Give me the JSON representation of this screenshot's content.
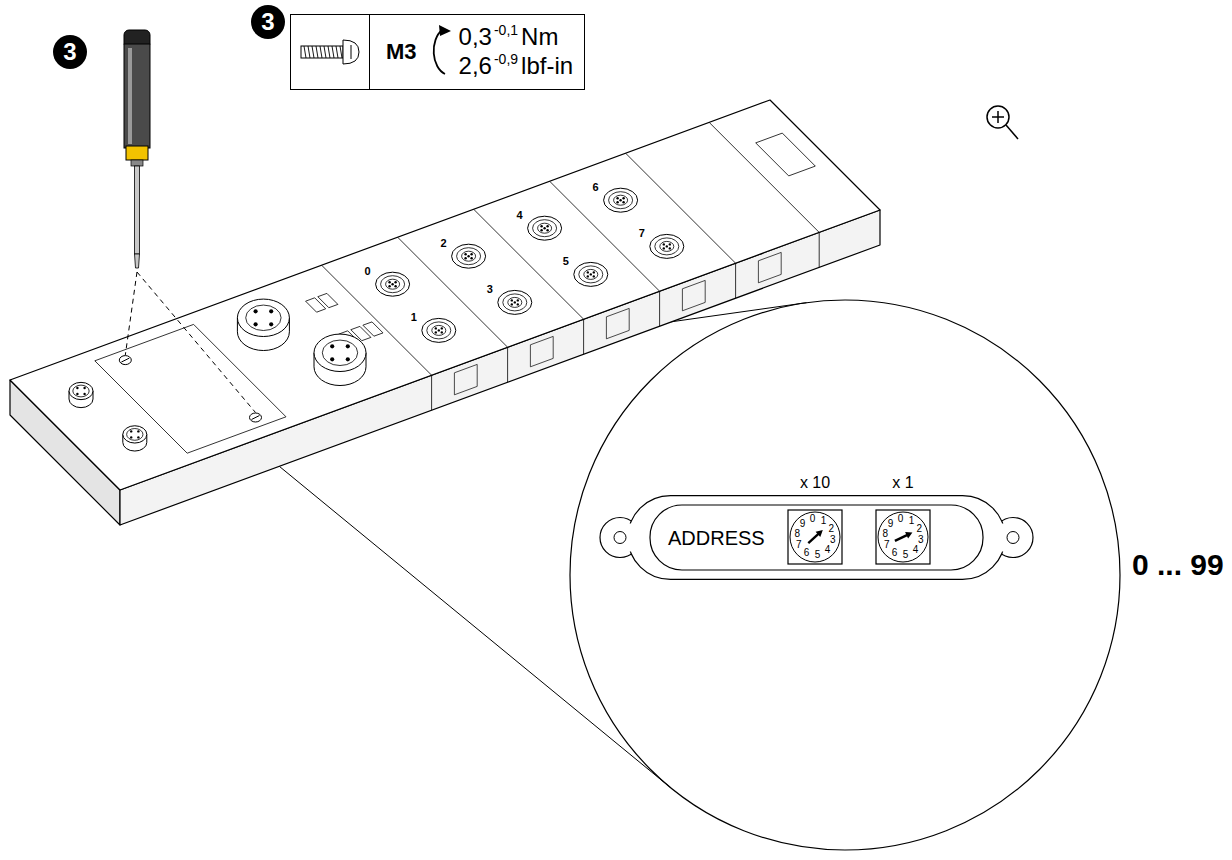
{
  "diagram": {
    "nodes": [
      {
        "text": [
          "M3",
          "0,3",
          "-0,1",
          "Nm",
          "2,6",
          "-0,9",
          "lbf-in"
        ]
      },
      {
        "text": [
          "ADDRESS"
        ]
      },
      {
        "text": [
          "x 10"
        ],
        "in": 1
      },
      {
        "text": [
          "x 1"
        ],
        "in": 1
      }
    ],
    "labels": [
      "3",
      "3",
      "0",
      "1",
      "2",
      "3",
      "4",
      "5",
      "6",
      "7",
      "0 ... 99",
      "0",
      "1",
      "2",
      "3",
      "4",
      "5",
      "6",
      "7",
      "8",
      "9",
      "0",
      "1",
      "2",
      "3",
      "4",
      "5",
      "6",
      "7",
      "8",
      "9"
    ]
  }
}
